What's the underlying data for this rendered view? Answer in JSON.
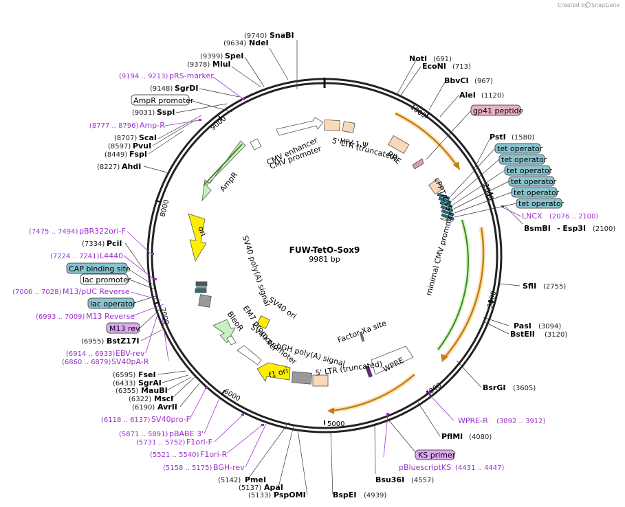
{
  "credit": "Created by",
  "brand": "SnapGene",
  "title": "FUW-TetO-Sox9",
  "size": "9981 bp",
  "colors": {
    "orange": "#f0a030",
    "green": "#4a9a20",
    "yellow": "#ffee00",
    "light_green": "#c8f0c0",
    "peach": "#fbd8b8",
    "teal": "#88c4d0",
    "pink": "#e8b0c4",
    "purple": "#9a30cc",
    "gray": "#999999",
    "dark_gray": "#555555"
  },
  "ticks": [
    "1000",
    "2000",
    "3000",
    "4000",
    "5000",
    "6000",
    "7000",
    "8000",
    "9000"
  ],
  "enzymes": [
    {
      "name": "SnaBI",
      "pos": "(9740)"
    },
    {
      "name": "NdeI",
      "pos": "(9634)"
    },
    {
      "name": "SpeI",
      "pos": "(9399)"
    },
    {
      "name": "MluI",
      "pos": "(9378)"
    },
    {
      "name": "SgrDI",
      "pos": "(9148)"
    },
    {
      "name": "SspI",
      "pos": "(9031)"
    },
    {
      "name": "ScaI",
      "pos": "(8707)"
    },
    {
      "name": "PvuI",
      "pos": "(8597)"
    },
    {
      "name": "FspI",
      "pos": "(8449)"
    },
    {
      "name": "AhdI",
      "pos": "(8227)"
    },
    {
      "name": "PciI",
      "pos": "(7334)"
    },
    {
      "name": "BstZ17I",
      "pos": "(6955)"
    },
    {
      "name": "FseI",
      "pos": "(6595)"
    },
    {
      "name": "SgrAI",
      "pos": "(6433)"
    },
    {
      "name": "MauBI",
      "pos": "(6355)"
    },
    {
      "name": "MscI",
      "pos": "(6322)"
    },
    {
      "name": "AvrII",
      "pos": "(6190)"
    },
    {
      "name": "PmeI",
      "pos": "(5142)"
    },
    {
      "name": "ApaI",
      "pos": "(5137)"
    },
    {
      "name": "PspOMI",
      "pos": "(5133)"
    },
    {
      "name": "BspEI",
      "pos": "(4939)"
    },
    {
      "name": "Bsu36I",
      "pos": "(4557)"
    },
    {
      "name": "PflMI",
      "pos": "(4080)"
    },
    {
      "name": "BsrGI",
      "pos": "(3605)"
    },
    {
      "name": "BstEII",
      "pos": "(3120)"
    },
    {
      "name": "PasI",
      "pos": "(3094)"
    },
    {
      "name": "SfiI",
      "pos": "(2755)"
    },
    {
      "name": "BsmBI",
      "pos": ""
    },
    {
      "name": "- Esp3I",
      "pos": "(2100)"
    },
    {
      "name": "PstI",
      "pos": "(1580)"
    },
    {
      "name": "AleI",
      "pos": "(1120)"
    },
    {
      "name": "BbvCI",
      "pos": "(967)"
    },
    {
      "name": "EcoNI",
      "pos": "(713)"
    },
    {
      "name": "NotI",
      "pos": "(691)"
    }
  ],
  "primers": [
    {
      "name": "pRS-marker",
      "pos": "(9194 .. 9213)"
    },
    {
      "name": "Amp-R",
      "pos": "(8777 .. 8796)"
    },
    {
      "name": "pBR322ori-F",
      "pos": "(7475 .. 7494)"
    },
    {
      "name": "L4440",
      "pos": "(7224 .. 7241)"
    },
    {
      "name": "M13/pUC Reverse",
      "pos": "(7006 .. 7028)"
    },
    {
      "name": "M13 Reverse",
      "pos": "(6993 .. 7009)"
    },
    {
      "name": "EBV-rev",
      "pos": "(6914 .. 6933)"
    },
    {
      "name": "SV40pA-R",
      "pos": "(6860 .. 6879)"
    },
    {
      "name": "SV40pro-F",
      "pos": "(6118 .. 6137)"
    },
    {
      "name": "pBABE 3'",
      "pos": "(5871 .. 5891)"
    },
    {
      "name": "F1ori-F",
      "pos": "(5731 .. 5752)"
    },
    {
      "name": "F1ori-R",
      "pos": "(5521 .. 5540)"
    },
    {
      "name": "BGH-rev",
      "pos": "(5158 .. 5175)"
    },
    {
      "name": "pBluescriptKS",
      "pos": "(4431 .. 4447)"
    },
    {
      "name": "WPRE-R",
      "pos": "(3892 .. 3912)"
    },
    {
      "name": "LNCX",
      "pos": "(2076 .. 2100)"
    }
  ],
  "boxed": {
    "ampr_promoter": "AmpR promoter",
    "cap_binding_site": "CAP binding site",
    "lac_promoter": "lac promoter",
    "lac_operator": "lac operator",
    "m13_rev": "M13 rev",
    "gp41_peptide": "gp41 peptide",
    "tet_operator": "tet operator",
    "ks_primer": "KS primer"
  },
  "features": {
    "cmv_enhancer": "CMV enhancer",
    "cmv_promoter": "CMV promoter",
    "hiv_psi": "HIV-1 Ψ",
    "ltr5_trunc": "5' LTR (truncated)",
    "rre": "RRE",
    "cppt": "cPPT/CTS",
    "min_cmv": "minimal CMV promoter",
    "ampr": "AmpR",
    "ori": "ori",
    "sv40_polya": "SV40 poly(A) signal",
    "em7": "EM7 promoter",
    "bleor": "BleoR",
    "sv40_promoter": "SV40 promoter",
    "sv40_ori": "SV40 ori",
    "f1_ori": "f1 ori",
    "bgh": "bGH poly(A) signal",
    "ltr5b": "5' LTR (truncated)",
    "wpre": "WPRE",
    "factor_xa": "Factor Xa site"
  }
}
